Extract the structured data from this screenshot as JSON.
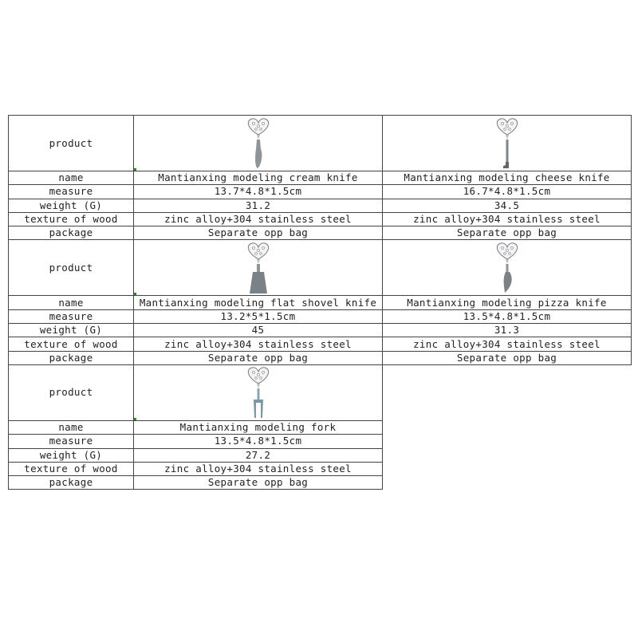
{
  "labels": {
    "product": "product",
    "name": "name",
    "measure": "measure",
    "weight": "weight (G)",
    "texture": "texture of wood",
    "package": "package"
  },
  "items": [
    {
      "name": "Mantianxing modeling cream knife",
      "measure": "13.7*4.8*1.5cm",
      "weight": "31.2",
      "texture": "zinc alloy+304 stainless steel",
      "package": "Separate opp bag",
      "icon": "cream-knife-icon"
    },
    {
      "name": "Mantianxing modeling cheese knife",
      "measure": "16.7*4.8*1.5cm",
      "weight": "34.5",
      "texture": "zinc alloy+304 stainless steel",
      "package": "Separate opp bag",
      "icon": "cheese-knife-icon"
    },
    {
      "name": "Mantianxing modeling flat shovel knife",
      "measure": "13.2*5*1.5cm",
      "weight": "45",
      "texture": "zinc alloy+304 stainless steel",
      "package": "Separate opp bag",
      "icon": "flat-shovel-knife-icon"
    },
    {
      "name": "Mantianxing modeling pizza knife",
      "measure": "13.5*4.8*1.5cm",
      "weight": "31.3",
      "texture": "zinc alloy+304 stainless steel",
      "package": "Separate opp bag",
      "icon": "pizza-knife-icon"
    },
    {
      "name": "Mantianxing modeling fork",
      "measure": "13.5*4.8*1.5cm",
      "weight": "27.2",
      "texture": "zinc alloy+304 stainless steel",
      "package": "Separate opp bag",
      "icon": "fork-icon"
    }
  ]
}
